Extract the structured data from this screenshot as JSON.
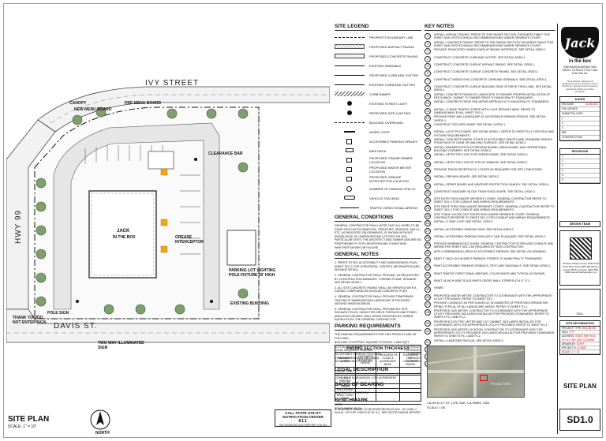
{
  "street_labels": {
    "ivy": "IVY STREET",
    "hwy": "HWY 99",
    "davis": "DAVIS ST."
  },
  "site_labels": {
    "canopy": "CANOPY",
    "new_menu_board": "NEW MENU BOARD",
    "pre_menu_board": "PRE MENU BOARD",
    "clearance_bar": "CLEARANCE BAR",
    "parking_lot_lighting": "PARKING LOT LIGHTING POLE FIXTURE 20' HIGH",
    "existing_building": "EXISTING BUILDING",
    "pole_sign": "POLE SIGN",
    "thank_you": "THANK YOU/DO NOT ENTER SIGN",
    "two_way": "TWO WAY ILLUMINATED SIGN",
    "grease": "GREASE INTERCEPTOR",
    "building_name": "JACK",
    "building_sub": "IN THE BOX"
  },
  "site_plan": {
    "title": "SITE PLAN",
    "scale": "SCALE: 1\" = 10'",
    "north": "NORTH"
  },
  "site_legend": {
    "title": "SITE LEGEND",
    "items": [
      {
        "symbol": "line-dash",
        "label": "PROPERTY BOUNDARY LINE"
      },
      {
        "symbol": "hatch-light",
        "label": "PROPOSED ASPHALT PAVING"
      },
      {
        "symbol": "box",
        "label": "PROPOSED CONCRETE PAVING"
      },
      {
        "symbol": "line",
        "label": "EXISTING SIDEWALK"
      },
      {
        "symbol": "line",
        "label": "PROPOSED CURB AND GUTTER"
      },
      {
        "symbol": "line",
        "label": "EXISTING CURB AND GUTTER"
      },
      {
        "symbol": "hatch",
        "label": "CURB RAMPS"
      },
      {
        "symbol": "light",
        "label": "EXISTING STREET LIGHT"
      },
      {
        "symbol": "light",
        "label": "PROPOSED SITE LIGHTING"
      },
      {
        "symbol": "line-dash",
        "label": "BUILDING OVERHANG"
      },
      {
        "symbol": "stop",
        "label": "WHEEL STOP"
      },
      {
        "symbol": "acc",
        "label": "ACCESSIBLE PARKING SPACES"
      },
      {
        "symbol": "bike",
        "label": "BIKE RACK"
      },
      {
        "symbol": "box-s",
        "label": "PROPOSED TRANSFORMER LOCATION"
      },
      {
        "symbol": "box-s",
        "label": "PROPOSED WATER METER LOCATION"
      },
      {
        "symbol": "box-s",
        "label": "PROPOSED GREASE INTERCEPTOR LOCATION"
      },
      {
        "symbol": "num",
        "label": "NUMBER OF PARKING STALLS"
      },
      {
        "symbol": "queue",
        "label": "VEHICLE STACKING"
      },
      {
        "symbol": "arrow",
        "label": "TRAFFIC DIRECTIONAL ARROW"
      }
    ]
  },
  "general_conditions": {
    "title": "GENERAL CONDITIONS",
    "text": "GENERAL CONTRACTOR SHALL NOTE THAT ALL WORK TO BE DONE SUCH AS EXCAVATIONS, TRENCHES, GRADING, WALLS, ETC. AS INDICATED ON DRAWINGS, IS SHOWN WITHOUT KNOWLEDGE OF UNDERGROUND UTILITIES OR SOIL PARTICULAR SITES. THE ARCHITECT AND OWNER ASSUME NO RESPONSIBILITY FOR UNDERGROUND CONDITIONS WHETHER SHOWN OR FAILURE."
  },
  "general_notes": {
    "title": "GENERAL NOTES",
    "items": [
      "1. REFER TO SD1 ACCESSIBILITY AND DIMENSIONING PLAN, SHEET SD1.1 FOR HORIZONTAL CONTROL INFORMATION AND SIGNAGE DETAIL.",
      "2. GENERAL CONTRACTOR SHALL PROVIDE, AS REQUESTED BY CONSTRUCTION MANAGER, TURNING PLANS, SIGNAGE, SEE DETAIL 8/SD0.1.",
      "3. ALL SITE CONCRETE PAVING SHALL BE SPRAYED WITH A CURING COMPOUND AS SOON AS CONCRETE IS SET.",
      "4. GENERAL CONTRACTOR SHALL PROVIDE TEMPORARY FENCING IF WARRANTED/IN LANDSCAPE IS PROVIDED AROUND WINDOW AREAS.",
      "5. GENERAL CONTRACTOR SHALL PROVIDE ALL SITE SIGNAGE POLES, SIGNS FOR DRIVE-THROUGH AND TRASH AREA ENCLOSURES, WALL SIGNS PROVIDED BY OWNER, INSTALLED BY THE GENERAL CONTRACTOR."
    ]
  },
  "parking_requirements": {
    "title": "PARKING REQUIREMENTS",
    "intro": "THE PARKING REQUIREMENTS FOR THIS PROJECT ARE AS FOLLOWS:",
    "basis": "BUILDING FOOTPRINT SQUARE FOOTAGE: 2,585 SQFT",
    "rows": [
      {
        "label": "1/3 STALLS: 26 EACH",
        "value": "0 SPACES"
      },
      {
        "label": "TOTAL REQUIRED PARKING:",
        "value": "13 SPACES"
      },
      {
        "label": "ACCESSIBLE PARKING PROVIDED:",
        "value": "1 SPACES"
      },
      {
        "label": "STANDARD PARKING PROVIDED:",
        "value": "13 SPACES"
      },
      {
        "label": "TOTAL PARKING PROVIDED:",
        "value": "14 SPACES"
      }
    ]
  },
  "legal_description": {
    "title": "LEGAL DESCRIPTION",
    "text": "LOT 1, A & B SUBDIVISION, CITY AGREEMENT"
  },
  "basis_of_bearing": {
    "title": "BASIS OF BEARING",
    "text": "BEARING OF STREET CL"
  },
  "benchmark": {
    "title": "BENCHMARK",
    "text": "BENCHMARK: ELEV"
  },
  "paving_table": {
    "title": "PAVING SECTION THICKNESS",
    "headers": [
      "PAVEMENT AREA",
      "THICKNESS OF ASPHALT PAVING",
      "THICKNESS OF CLASS II AGGREGATE BASE",
      "THICKNESS OF CONCRETE PAVING"
    ],
    "rows": [
      [
        "DRIVE THRU",
        "",
        "",
        ""
      ],
      [
        "VEHICLE PARKING",
        "",
        "",
        ""
      ],
      [
        "TRASH ENCLOSURE",
        "",
        "",
        ""
      ],
      [
        "SPALL-OVER AREA",
        "",
        "",
        ""
      ]
    ],
    "note_title": "NOTE:",
    "note": "1. CONCRETE PAVING TO BE REINFORCED AS 6x6 - W1.4xW1.4 W.W.M., 1/2\" EXP. JOINTS AT 20' O.C. SEE GEOTECHNICAL REPORT."
  },
  "utility": {
    "line1": "CALL STATE UTILITY NOTIFICATION CENTER",
    "line2": "811",
    "line3": "TWO WORKING DAYS BEFORE YOU DIG"
  },
  "key_notes": {
    "title": "KEY NOTES",
    "items": [
      "INSTALL ASPHALT PAVING. REFER TO THE PAVING SECTION THICKNESS TABLE THIS SHEET AND GEOTECHNICAL RECOMMENDATIONS UNDER SEPARATE COVER.",
      "INSTALL CONCRETE PAVING. REFER TO THE PAVING SECTION THICKNESS TABLE THIS SHEET AND GEOTECHNICAL RECOMMENDATIONS UNDER SEPARATE COVER.",
      "PROVIDE TRUNCATED DOMES (DWS) AT PAVING INTERFACE. SEE DETAIL 9/SD0.1.",
      "CONSTRUCT CONCRETE CURB AND GUTTER. SEE DETAIL 5/SD0.1.",
      "CONSTRUCT CONCRETE CURB AT ASPHALT PAVING. SEE DETAIL 2/SD0.1.",
      "CONSTRUCT CONCRETE CURB AT CONCRETE PAVING. SEE DETAIL 3/SD0.1.",
      "CONSTRUCT MONOLITHIC CONCRETE CURB AND SIDEWALK. SEE DETAIL 4/SD0.1.",
      "CONSTRUCT CONCRETE CURB AT BUILDING SIDE OF DRIVE-THRU LANE. SEE DETAIL 6/SD0.1.",
      "INSTALL CONCRETE PAVING AT LANDSCAPE TO ENSURE PROPER INSTALLATION OF PATCH BACK. SUBMIT TO OWNER PRIOR TO MUNICIPALITY STANDARDS.",
      "INSTALL CONCRETE DRIVE PAN (DRIVE APPROACH) TO MUNICIPALITY STANDARDS.",
      "INSTALL 4\"-WIDE TRAFFIC STRIPE WITH LIGHT BROOM FINISH. REFER TO DIMENSIONING PLAN, SHEET SD1.1.",
      "PROVIDE PAINT AND LANDSCAPE AT ACCESSIBLE PARKING SPACES. SEE DETAIL 10/SD0.1.",
      "CONSTRUCT DELIVERY RAMP. SEE DETAIL 11/SD0.1.",
      "INSTALL LIGHT POLE BASE. SEE DETAIL 6/SD0.1. REFER TO SHEET E4.1 FOR POLE AND FIXTURE REQUIREMENTS.",
      "INSTALL CONCRETE WHEEL STOPS AT ACCESSIBLE SPACES AND STANDARD SPACES FROM FACE OF CURB OR WALKING SURFACE. SEE DETAIL 4/SD0.2.",
      "INSTALL BARRIER POSTS AT PREVIEW BOARD, MENU BOARD, AND OPERATIONAL BUILDING CORNERS. SEE DETAIL 2/SD0.2.",
      "INSTALL DETECTOR LOOP FOR ORDER BOARD. SEE DETAIL 5/SD0.2.",
      "INSTALL DETECTOR LOOP AT POS OF WINDOW. SEE DETAIL 5/SD0.2.",
      "PROVIDE TRASH RECEPTACLE. LOCATE AS REQUIRED FOR SITE CONDITIONS.",
      "INSTALL PREVIEW BOARD. SEE DETAIL 3/SD0.2.",
      "INSTALL ORDER BOARD AND WEATHER PROTECTION CANOPY. SEE DETAIL 3/SD0.3.",
      "CONSTRUCT MASONRY BLOCK TRASH ENCLOSURE. SEE DETAIL 1/SD0.3.",
      "SITE ENTRY SIGN UNDER SEPARATE COVER. GENERAL CONTRACTOR REFER TO SHEET SD1.2 FOR CONDUIT AND WIRING REQUIREMENTS.",
      "SITE DRIVE-THRU SIGN UNDER SEPARATE COVER. GENERAL CONTRACTOR REFER TO SHEET SD1.2 FOR CONDUIT AND WIRING REQUIREMENTS.",
      "SITE THANK YOU/DO NOT ENTER SIGN UNDER SEPARATE COVER. GENERAL CONTRACTOR REFER TO SHEET SD1.2 FOR CONDUIT AND WIRING REQUIREMENTS.",
      "INSTALL 4\" BIKE LOOP. SEE DETAIL 7/SD0.2.",
      "INSTALL ACCESSIBLE PARKING SIGN. SEE DETAIL 8/SD0.2.",
      "INSTALL ACCESSIBLE PARKING SIGN WITH 'VAN' PLAQUARD. SEE DETAIL 8/SD0.2.",
      "PROVIDE WEBBING/FOLD DOWN. GENERAL CONTRACTOR TO PROVIDE CONDUIT AND WIRING PER SHEET SD1.2 AS REQUIRED BY SIGN CONTRACTOR.",
      "APPLY WEBBING/BOLLARDS AT ACCESSIBLE PARKING. SEE DETAIL ON DRAWING.",
      "PAINT 4\"-INCH SOLID WHITE PARKING STRIPES TO MUNICIPALITY STANDARDS.",
      "PAINT ACCESSIBLE PARKING SYMBOLS, TEXT, AND DIAGONALS. SEE DETAIL 5/SD0.1.",
      "PAINT TRAFFIC DIRECTIONAL ARROWS. COLOR WHITE AND TYPICAL AS SHOWN.",
      "PAINT 18-INCH WIDE SOLID WHITE CROSS WALK STRIPES AT 6'-0\" O.C.",
      "SPARE.",
      "PROPOSED WATER METER. CONTRACTOR TO COORDINATE WITH THE APPROPRIATE UTILITY PROVIDER. REFER TO SHEET P4.1.",
      "PROVIDE CLEANOUT AS PER GUIDES AT 25 DIAMETER OF PROPOSED IRRIGATION PIPING TYPICAL OF ALL LANDSCAPE AREAS. REFER TO SHEET P1.1.",
      "PROPOSED GAS METER. CONTRACTOR TO COORDINATE WITH THE APPROPRIATE UTILITY PROVIDER. BOLLARDS INSTALLED FOR PROVIDED STANDARDS. REFER TO SHEETS P1.2 AND P1.2.",
      "PROPOSED ELECTRIC METER AND CUT CABINET. BOLLARDS INSTALLED FOR COORDINATE WITH THE APPROPRIATE UTILITY PROVIDER. REFER TO SHEET E4.1.",
      "PROPOSED GAS METER LOCATION. CONTRACTOR TO COORDINATE WITH THE APPROPRIATE UTILITY PROVIDER. BOLLARDS INSTALLED FOR PROVIDED STANDARDS. REFER TO SHEETS P1.1 AND P1.2.",
      "INSTALL U-BAR BIKE RACK(S). SEE DETAIL 9/SD0.2.",
      "PROPOSED DRIVE-UP WASTE CHUTE.",
      "PROPOSED PRIMARY DRIVE THRU LANE.",
      "SPARE."
    ]
  },
  "vicinity": {
    "caption": "CA-99 & IVY ST, LIVE OAK, CA 95953, USA",
    "scale": "SCALE: 1:50",
    "project_site": "PROJECT SITE"
  },
  "title_block": {
    "logo_main": "Jack",
    "logo_sub": "in the box",
    "address": "9330 BALBOA AVENUE SAN DIEGO, CA 92123 © 2017 Jack in the Box Inc.",
    "fine_print": "These designs, drawings and specifications are the property of Jack in the Box Inc. and are not to be copied or reproduced without prior written permission.",
    "dates_title": "DATES",
    "dates": [
      {
        "label": "RELEASE:",
        "value": "12-08-2021"
      },
      {
        "label": "P.M. UPDATE:",
        "value": ""
      },
      {
        "label": "SUBMITTAL DATE:",
        "value": ""
      },
      {
        "label": "1.",
        "value": ""
      },
      {
        "label": "2.",
        "value": ""
      },
      {
        "label": "3.",
        "value": ""
      },
      {
        "label": "BID:",
        "value": ""
      },
      {
        "label": "CONSTRUCTION:",
        "value": ""
      }
    ],
    "revisions_title": "REVISIONS",
    "revisions": [
      "1",
      "2",
      "3",
      "4",
      "5",
      "6"
    ],
    "design_team_title": "DESIGN TEAM",
    "design_team_text": "Kimberly Design Group 3000 Sand Point Blvd, Suite 4000 Big Sleepy, Tucson 85711 Contact: (520) 555-1000 www.kimberlydesign.com",
    "seal": "SEAL",
    "site_info_title": "SITE INFORMATION",
    "site_info": [
      {
        "label": "PROJECT TYPE:",
        "value": "MS1134 DB"
      },
      {
        "label": "JIB #:",
        "value": "????"
      },
      {
        "label": "ADDRESS:",
        "value": "STATE HWY 99 & IVY ST LIVE OAK, CA 95953"
      },
      {
        "label": "DRAWN BY:",
        "value": "STAFF"
      },
      {
        "label": "PROJECT #:",
        "value": "21-0820"
      },
      {
        "label": "SCALE:",
        "value": "1\" = 10'"
      }
    ],
    "sheet_title": "SITE PLAN",
    "sheet_number": "SD1.0"
  }
}
